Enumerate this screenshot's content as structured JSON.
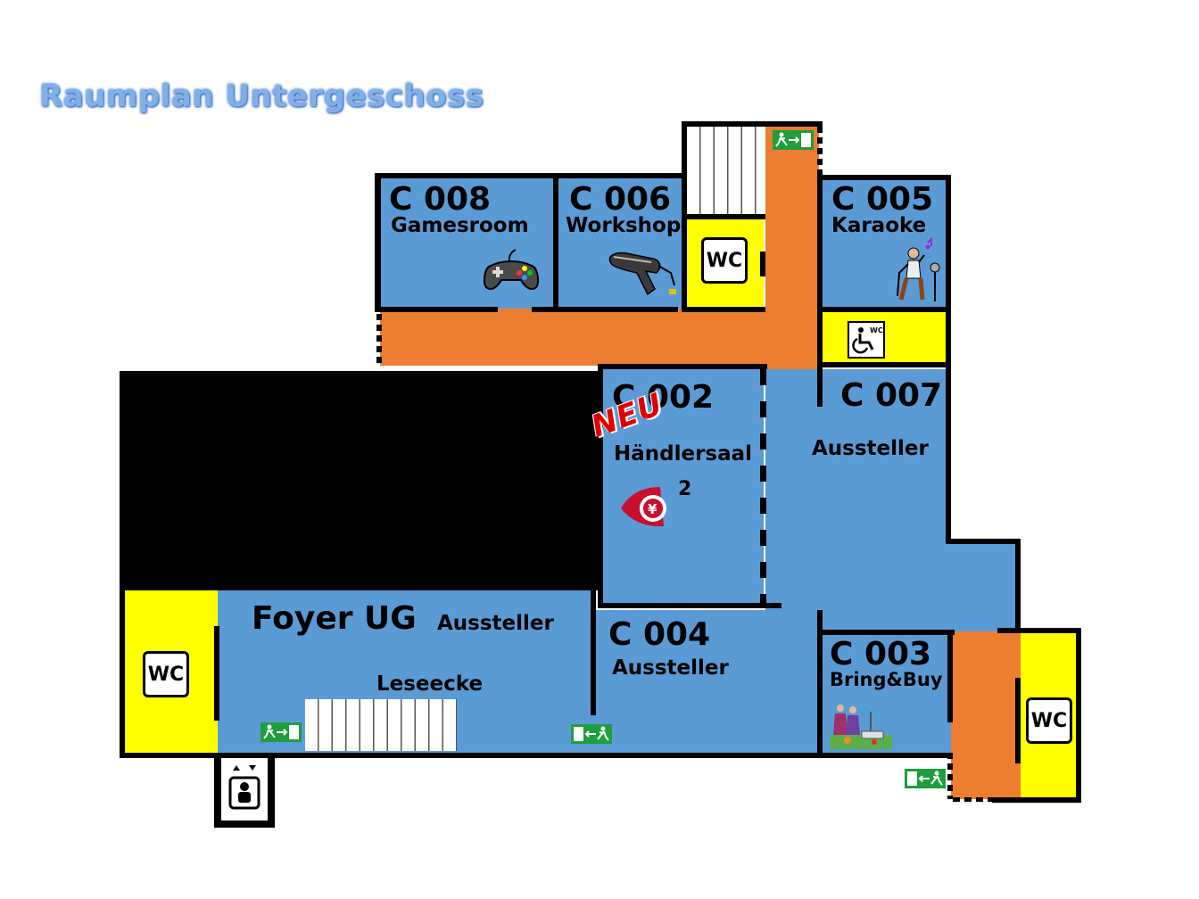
{
  "title": "Raumplan Untergeschoss",
  "rooms": {
    "c008": {
      "id": "C 008",
      "name": "Gamesroom",
      "icon": "gamepad-icon"
    },
    "c006": {
      "id": "C 006",
      "name": "Workshop",
      "icon": "glue-gun-icon"
    },
    "c005": {
      "id": "C 005",
      "name": "Karaoke",
      "icon": "singer-icon"
    },
    "c002": {
      "id": "C 002",
      "name": "Händlersaal",
      "badge": "NEU",
      "note": "2",
      "icon": "currency-yen-icon"
    },
    "c007": {
      "id": "C 007",
      "name": "Aussteller"
    },
    "c004": {
      "id": "C 004",
      "name": "Aussteller"
    },
    "c003": {
      "id": "C 003",
      "name": "Bring&Buy",
      "icon": "flea-market-icon"
    },
    "foyer": {
      "id": "Foyer UG",
      "name": "Aussteller",
      "area": "Leseecke"
    }
  },
  "wc": {
    "label": "WC"
  },
  "icons": {
    "accessible_wc": "wheelchair-wc-icon",
    "elevator": "elevator-icon",
    "exit": "emergency-exit-icon"
  },
  "colors": {
    "room": "#5b9bd5",
    "corridor": "#ed7d31",
    "wc_zone": "#ffff00",
    "restricted": "#000000",
    "exit_sign": "#1e9e3c",
    "badge": "#e00000"
  }
}
